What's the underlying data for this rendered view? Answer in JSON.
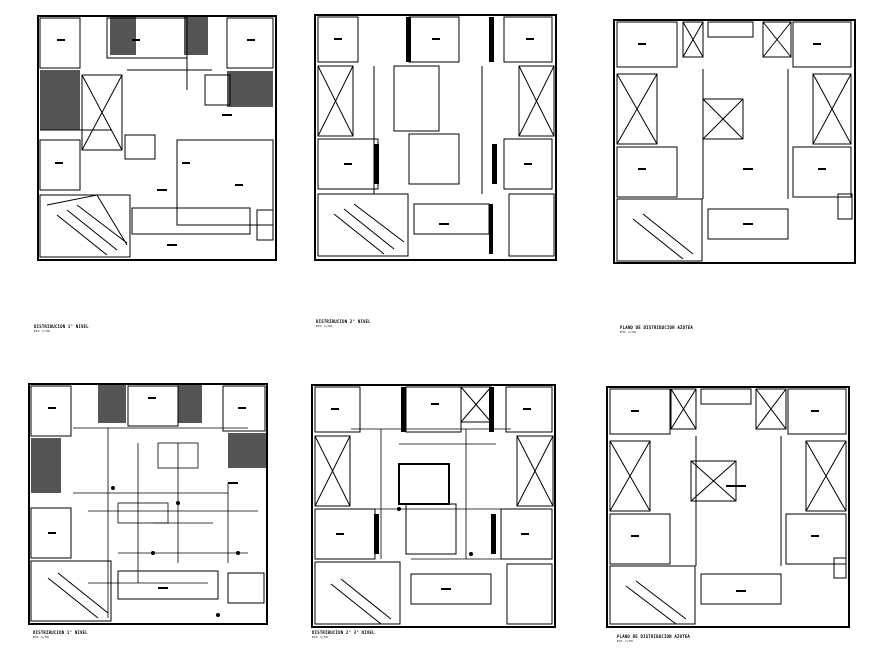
{
  "drawing": {
    "plans": [
      {
        "id": "plan-1",
        "caption": "DISTRIBUCION 1° NIVEL",
        "scale": "ESC 1/50"
      },
      {
        "id": "plan-2",
        "caption": "DISTRIBUCION 2° NIVEL",
        "scale": "ESC 1/50"
      },
      {
        "id": "plan-3",
        "caption": "PLANO DE DISTRIBUCION AZOTEA",
        "scale": "ESC 1/50"
      },
      {
        "id": "plan-4",
        "caption": "DISTRIBUCION 1° NIVEL",
        "scale": "ESC 1/50"
      },
      {
        "id": "plan-5",
        "caption": "DISTRIBUCION 2° 3° NIVEL",
        "scale": "ESC 1/50"
      },
      {
        "id": "plan-6",
        "caption": "PLANO DE DISTRIBUCION AZOTEA",
        "scale": "ESC 1/50"
      }
    ]
  }
}
